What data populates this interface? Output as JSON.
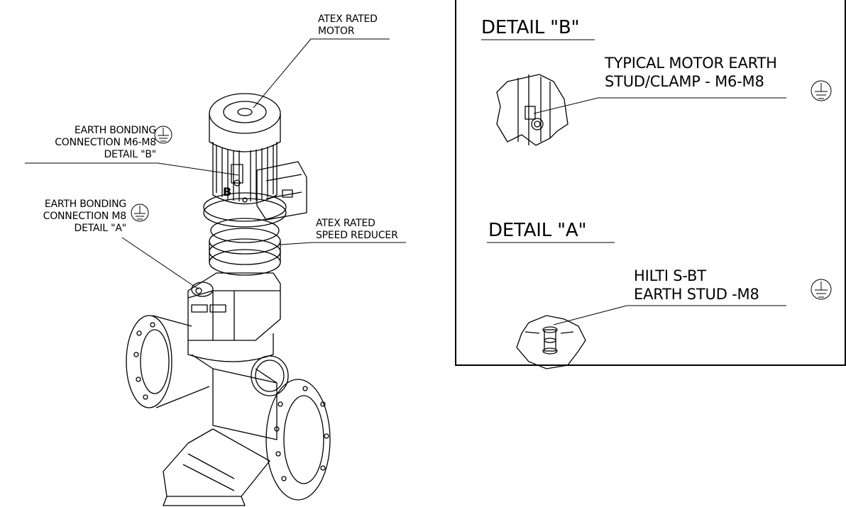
{
  "labels": {
    "motor": [
      "ATEX RATED",
      "MOTOR"
    ],
    "earth_b": [
      "EARTH BONDING",
      "CONNECTION M6-M8",
      "DETAIL \"B\""
    ],
    "earth_a": [
      "EARTH BONDING",
      "CONNECTION M8",
      "DETAIL \"A\""
    ],
    "reducer": [
      "ATEX RATED",
      "SPEED REDUCER"
    ],
    "marker_b": "B",
    "detail_b_title": "DETAIL \"B\"",
    "detail_b_desc": [
      "TYPICAL MOTOR EARTH",
      "STUD/CLAMP - M6-M8"
    ],
    "detail_a_title": "DETAIL \"A\"",
    "detail_a_desc": [
      "HILTI S-BT",
      "EARTH STUD -M8"
    ]
  },
  "icons": [
    "earth-ground-icon"
  ]
}
